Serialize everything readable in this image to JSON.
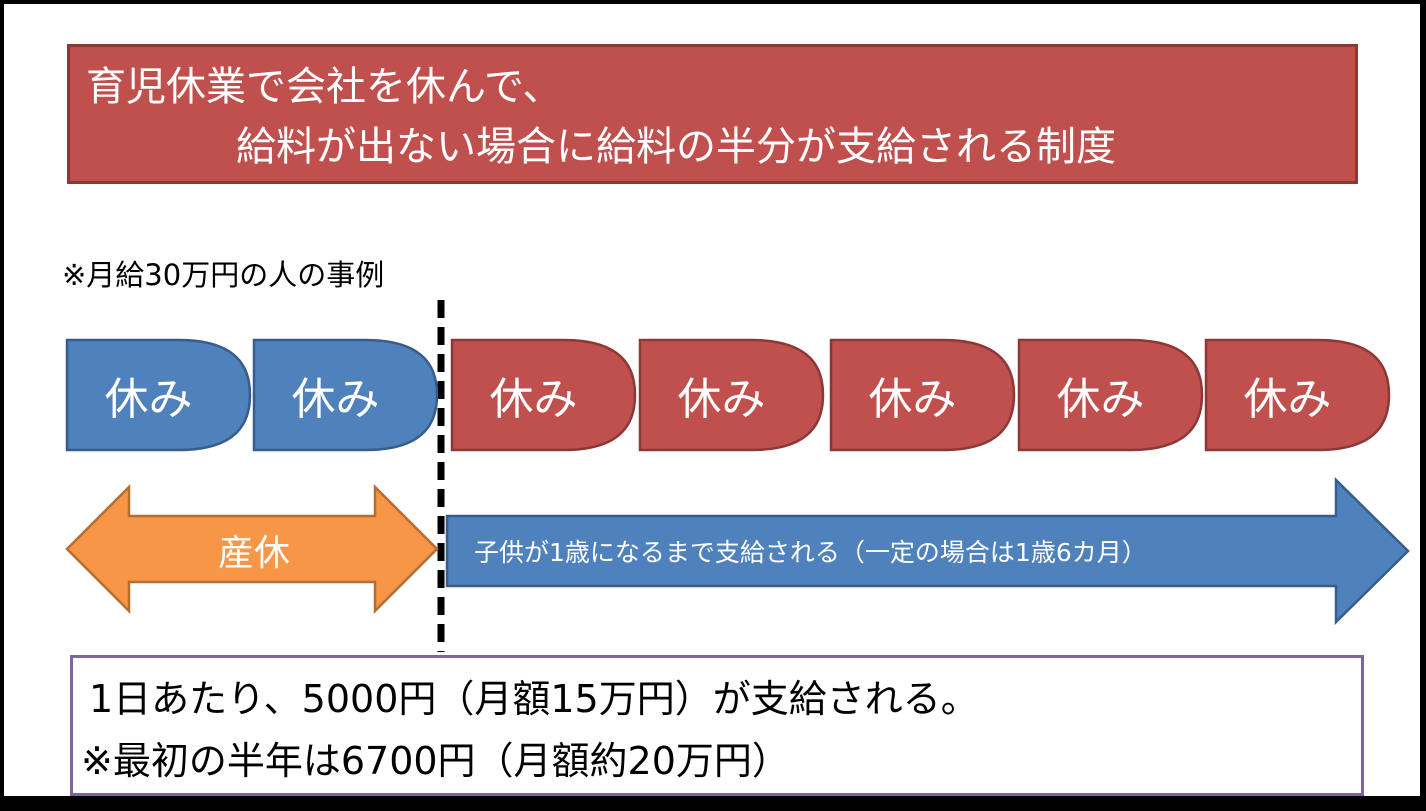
{
  "title": {
    "line1": "育児休業で会社を休んで、",
    "line2": "給料が出ない場合に給料の半分が支給される制度"
  },
  "note": "※月給30万円の人の事例",
  "rest_blocks": [
    {
      "label": "休み",
      "type": "maternity"
    },
    {
      "label": "休み",
      "type": "maternity"
    },
    {
      "label": "休み",
      "type": "childcare"
    },
    {
      "label": "休み",
      "type": "childcare"
    },
    {
      "label": "休み",
      "type": "childcare"
    },
    {
      "label": "休み",
      "type": "childcare"
    },
    {
      "label": "休み",
      "type": "childcare"
    }
  ],
  "maternity_arrow": {
    "label": "産休"
  },
  "benefit_arrow": {
    "label": "子供が1歳になるまで支給される（一定の場合は1歳6カ月）"
  },
  "summary": {
    "line1": "1日あたり、5000円（月額15万円）が支給される。",
    "line2": "※最初の半年は6700円（月額約20万円）"
  },
  "colors": {
    "red": "#C0504D",
    "blue": "#4F81BD",
    "orange": "#F79646",
    "purple": "#8064A2"
  }
}
